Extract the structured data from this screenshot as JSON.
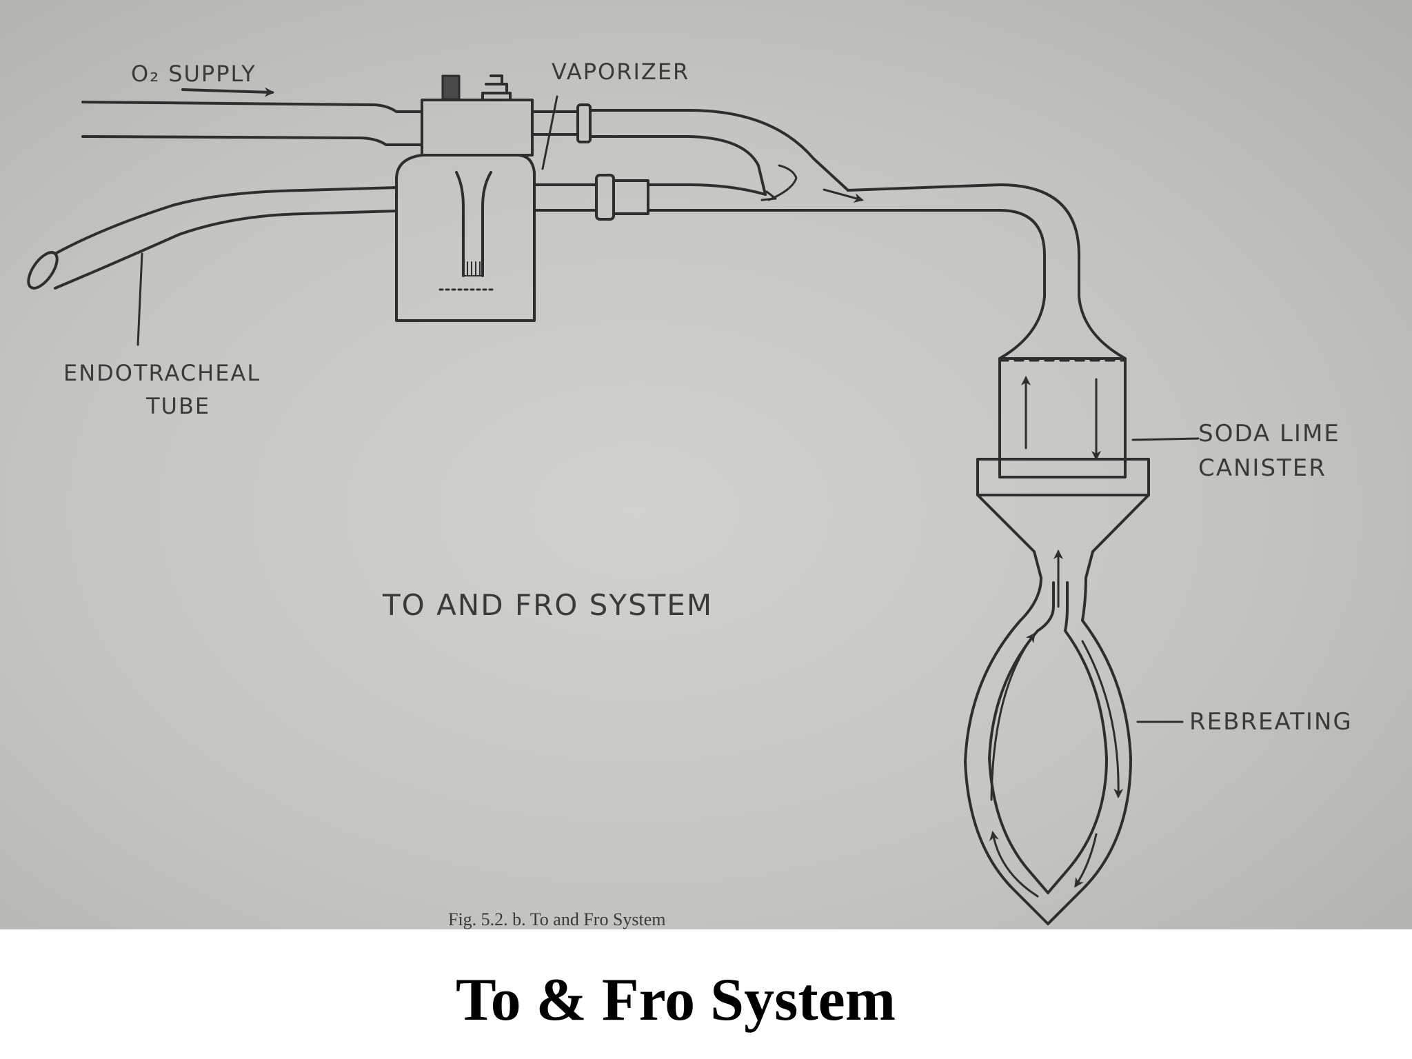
{
  "diagram": {
    "labels": {
      "o2_supply": "O₂ SUPPLY",
      "vaporizer": "VAPORIZER",
      "endotracheal_1": "ENDOTRACHEAL",
      "endotracheal_2": "TUBE",
      "soda_lime_1": "SODA LIME",
      "soda_lime_2": "CANISTER",
      "rebreathing": "REBREATING",
      "center_title": "TO AND FRO SYSTEM",
      "fig_caption": "Fig. 5.2. b. To and Fro System"
    },
    "colors": {
      "paper": "#c9c7c3",
      "ink": "#2e2e2e",
      "caption_background": "#ffffff"
    }
  },
  "caption": {
    "title": "To & Fro System"
  }
}
